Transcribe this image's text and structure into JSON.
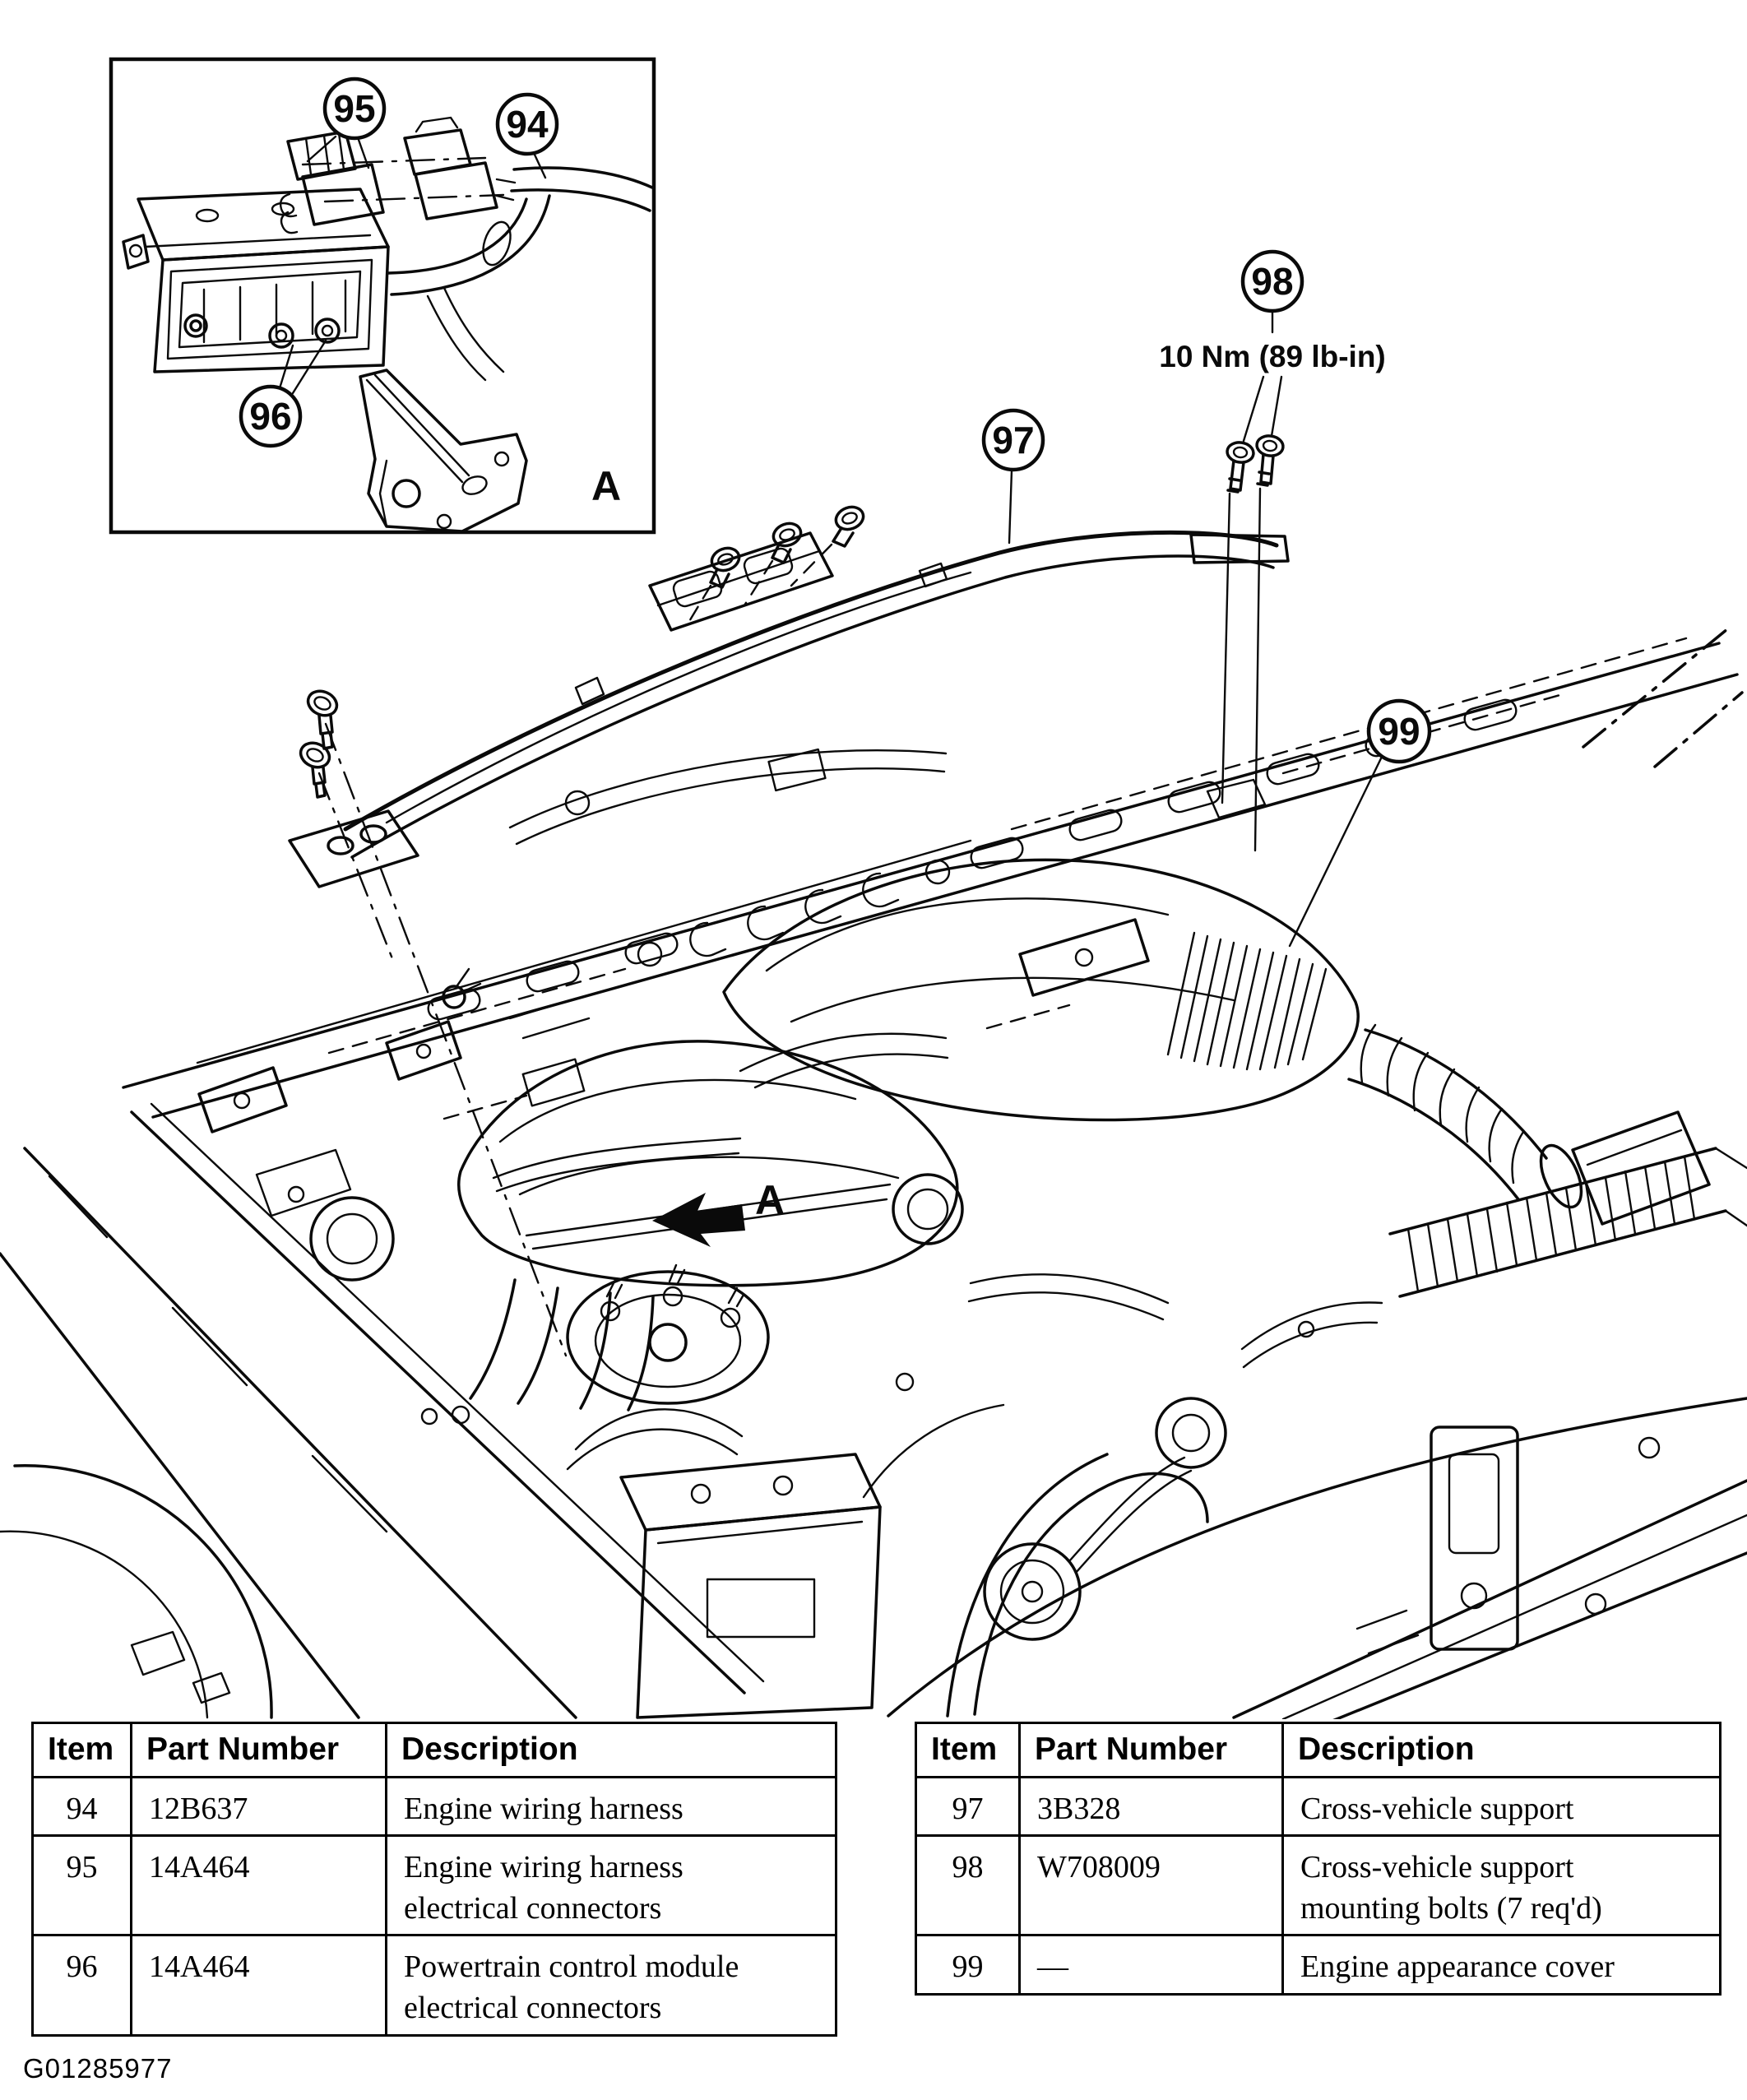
{
  "figure": {
    "id": "G01285977",
    "torque_note": "10 Nm (89 lb-in)",
    "detail_view_label": "A",
    "detail_arrow_label": "A",
    "callouts": {
      "c94": "94",
      "c95": "95",
      "c96": "96",
      "c97": "97",
      "c98": "98",
      "c99": "99"
    }
  },
  "tables": {
    "headers": {
      "item": "Item",
      "part_number": "Part Number",
      "description": "Description"
    },
    "left": {
      "rows": [
        {
          "item": "94",
          "part_number": "12B637",
          "description": "Engine wiring harness"
        },
        {
          "item": "95",
          "part_number": "14A464",
          "description": "Engine wiring harness electrical connectors"
        },
        {
          "item": "96",
          "part_number": "14A464",
          "description": "Powertrain control module electrical connectors"
        }
      ]
    },
    "right": {
      "rows": [
        {
          "item": "97",
          "part_number": "3B328",
          "description": "Cross-vehicle support"
        },
        {
          "item": "98",
          "part_number": "W708009",
          "description": "Cross-vehicle support mounting bolts (7 req'd)"
        },
        {
          "item": "99",
          "part_number": "—",
          "description": "Engine appearance cover"
        }
      ]
    }
  }
}
